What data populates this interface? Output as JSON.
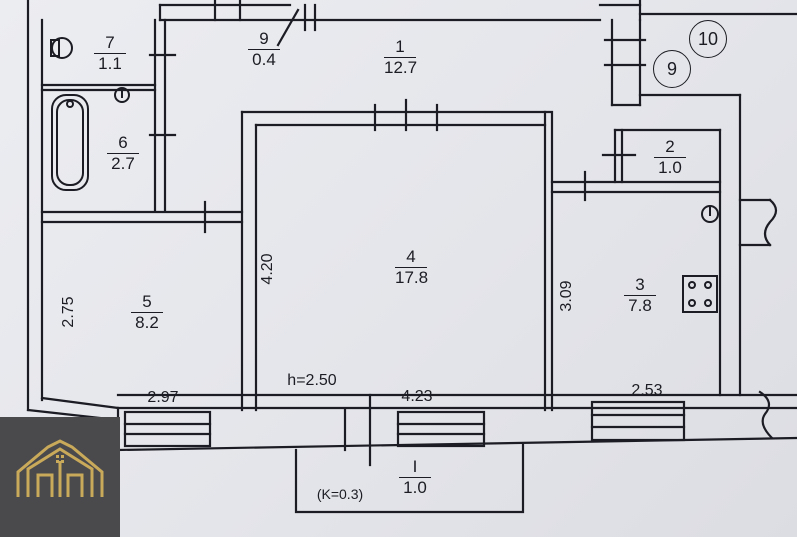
{
  "rooms": [
    {
      "num": "1",
      "area": "12.7"
    },
    {
      "num": "2",
      "area": "1.0"
    },
    {
      "num": "3",
      "area": "7.8"
    },
    {
      "num": "4",
      "area": "17.8"
    },
    {
      "num": "5",
      "area": "8.2"
    },
    {
      "num": "6",
      "area": "2.7"
    },
    {
      "num": "7",
      "area": "1.1"
    },
    {
      "num": "9",
      "area": "0.4"
    },
    {
      "num": "I",
      "area": "1.0"
    }
  ],
  "dimensions": {
    "room5_height": "2.75",
    "room4_height": "4.20",
    "room3_height": "3.09",
    "room5_width": "2.97",
    "room4_width": "4.23",
    "room3_width": "2.53"
  },
  "ceiling_height": "h=2.50",
  "balcony_coefficient": "(K=0.3)",
  "markers": [
    "9",
    "10"
  ],
  "colors": {
    "line": "#1c1c24",
    "paper": "#e9e9ed",
    "logo_bg": "#4a4a4d",
    "logo_gold": "#c9a95a"
  }
}
